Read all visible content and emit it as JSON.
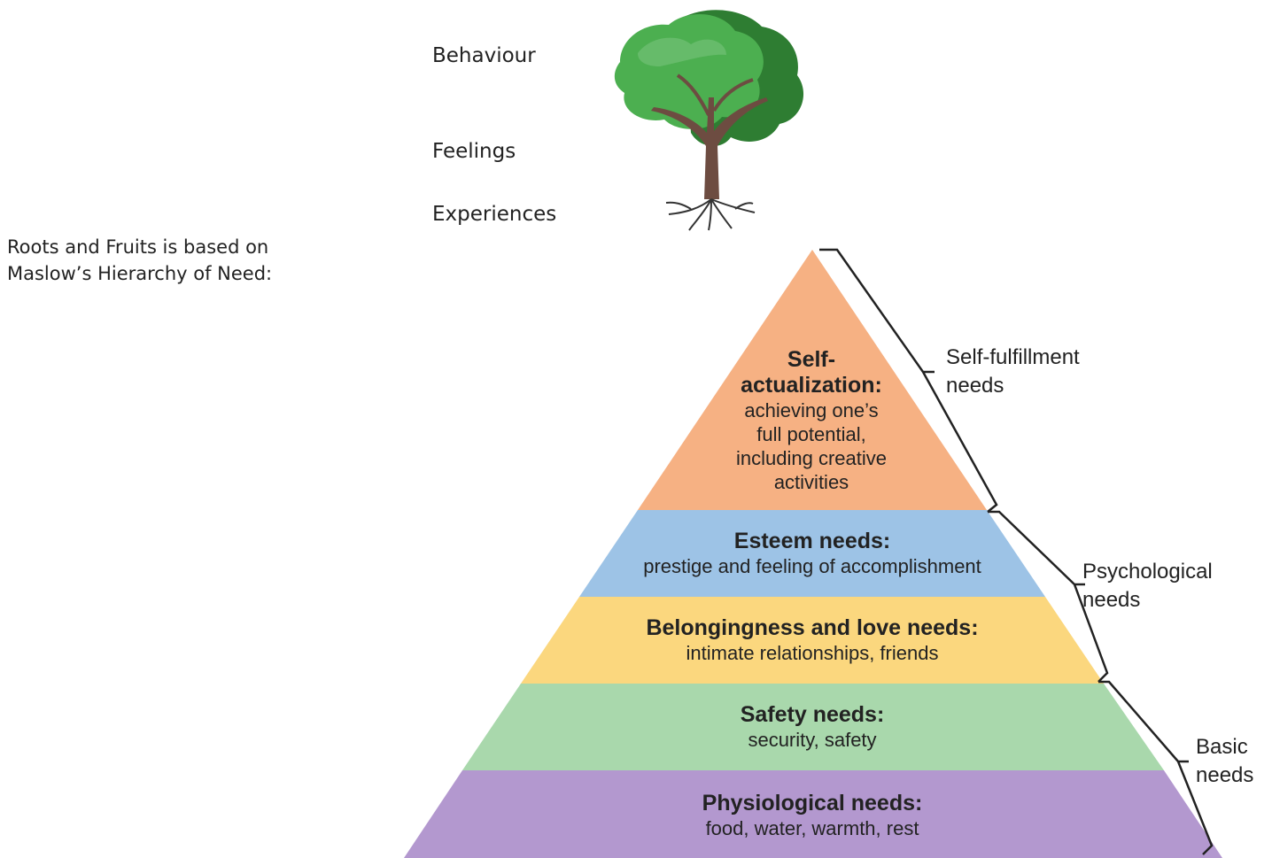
{
  "tree_labels": {
    "behaviour": "Behaviour",
    "feelings": "Feelings",
    "experiences": "Experiences"
  },
  "intro": {
    "line1": "Roots and Fruits is based on",
    "line2": "Maslow’s Hierarchy of Need:"
  },
  "pyramid": {
    "tiers": [
      {
        "title_line1": "Self-",
        "title_line2": "actualization:",
        "desc_lines": [
          "achieving one’s",
          "full potential,",
          "including creative",
          "activities"
        ],
        "color": "#f6b183"
      },
      {
        "title": "Esteem needs:",
        "desc": "prestige and feeling of accomplishment",
        "color": "#9dc3e6"
      },
      {
        "title": "Belongingness and love needs:",
        "desc": "intimate relationships, friends",
        "color": "#fbd77e"
      },
      {
        "title": "Safety needs:",
        "desc": "security, safety",
        "color": "#a9d8ac"
      },
      {
        "title": "Physiological needs:",
        "desc": "food, water, warmth, rest",
        "color": "#b398cf"
      }
    ]
  },
  "brackets": {
    "self_fulfillment": {
      "line1": "Self-fulfillment",
      "line2": "needs"
    },
    "psychological": {
      "line1": "Psychological",
      "line2": "needs"
    },
    "basic": {
      "line1": "Basic",
      "line2": "needs"
    }
  },
  "colors": {
    "tree_leaf_light": "#4caf50",
    "tree_leaf_dark": "#2e7d32",
    "tree_trunk": "#6d4c41"
  }
}
